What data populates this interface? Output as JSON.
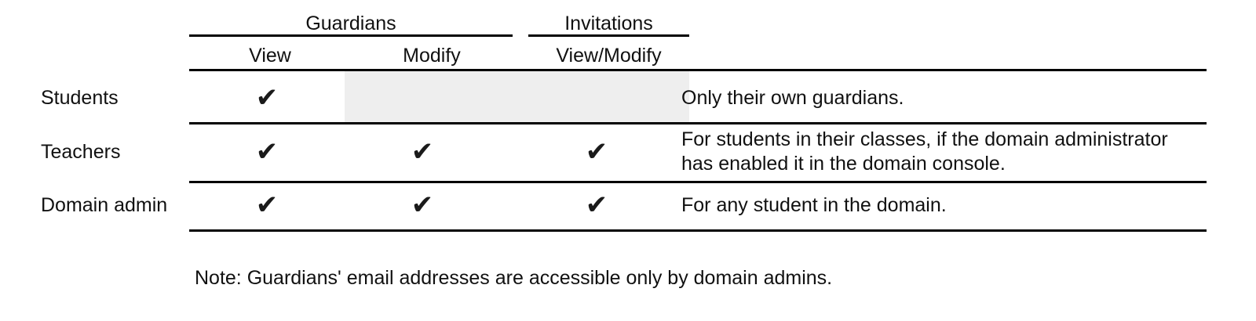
{
  "table": {
    "column_groups": [
      {
        "label": "Guardians",
        "span": 2
      },
      {
        "label": "Invitations",
        "span": 1
      }
    ],
    "column_headers": [
      "View",
      "Modify",
      "View/Modify"
    ],
    "notes_column_header": "",
    "rows": [
      {
        "label": "Students",
        "cells": [
          {
            "state": "check",
            "icon": "check-icon",
            "mark": "✔"
          },
          {
            "state": "disabled",
            "icon": "",
            "mark": ""
          },
          {
            "state": "empty",
            "icon": "",
            "mark": ""
          }
        ],
        "note_lines": [
          "Only their own guardians."
        ]
      },
      {
        "label": "Teachers",
        "cells": [
          {
            "state": "check",
            "icon": "check-icon",
            "mark": "✔"
          },
          {
            "state": "check",
            "icon": "check-icon",
            "mark": "✔"
          },
          {
            "state": "check",
            "icon": "check-icon",
            "mark": "✔"
          }
        ],
        "note_lines": [
          "For students in their classes, if the domain administrator",
          "has enabled it in the domain console."
        ]
      },
      {
        "label": "Domain admin",
        "cells": [
          {
            "state": "check",
            "icon": "check-icon",
            "mark": "✔"
          },
          {
            "state": "check",
            "icon": "check-icon",
            "mark": "✔"
          },
          {
            "state": "check",
            "icon": "check-icon",
            "mark": "✔"
          }
        ],
        "note_lines": [
          "For any student in the domain."
        ]
      }
    ]
  },
  "footnote": "Note: Guardians' email addresses are accessible only by domain admins.",
  "colors": {
    "text": "#111111",
    "rule": "#000000",
    "disabled_cell": "#eeeeee",
    "background": "#ffffff"
  }
}
